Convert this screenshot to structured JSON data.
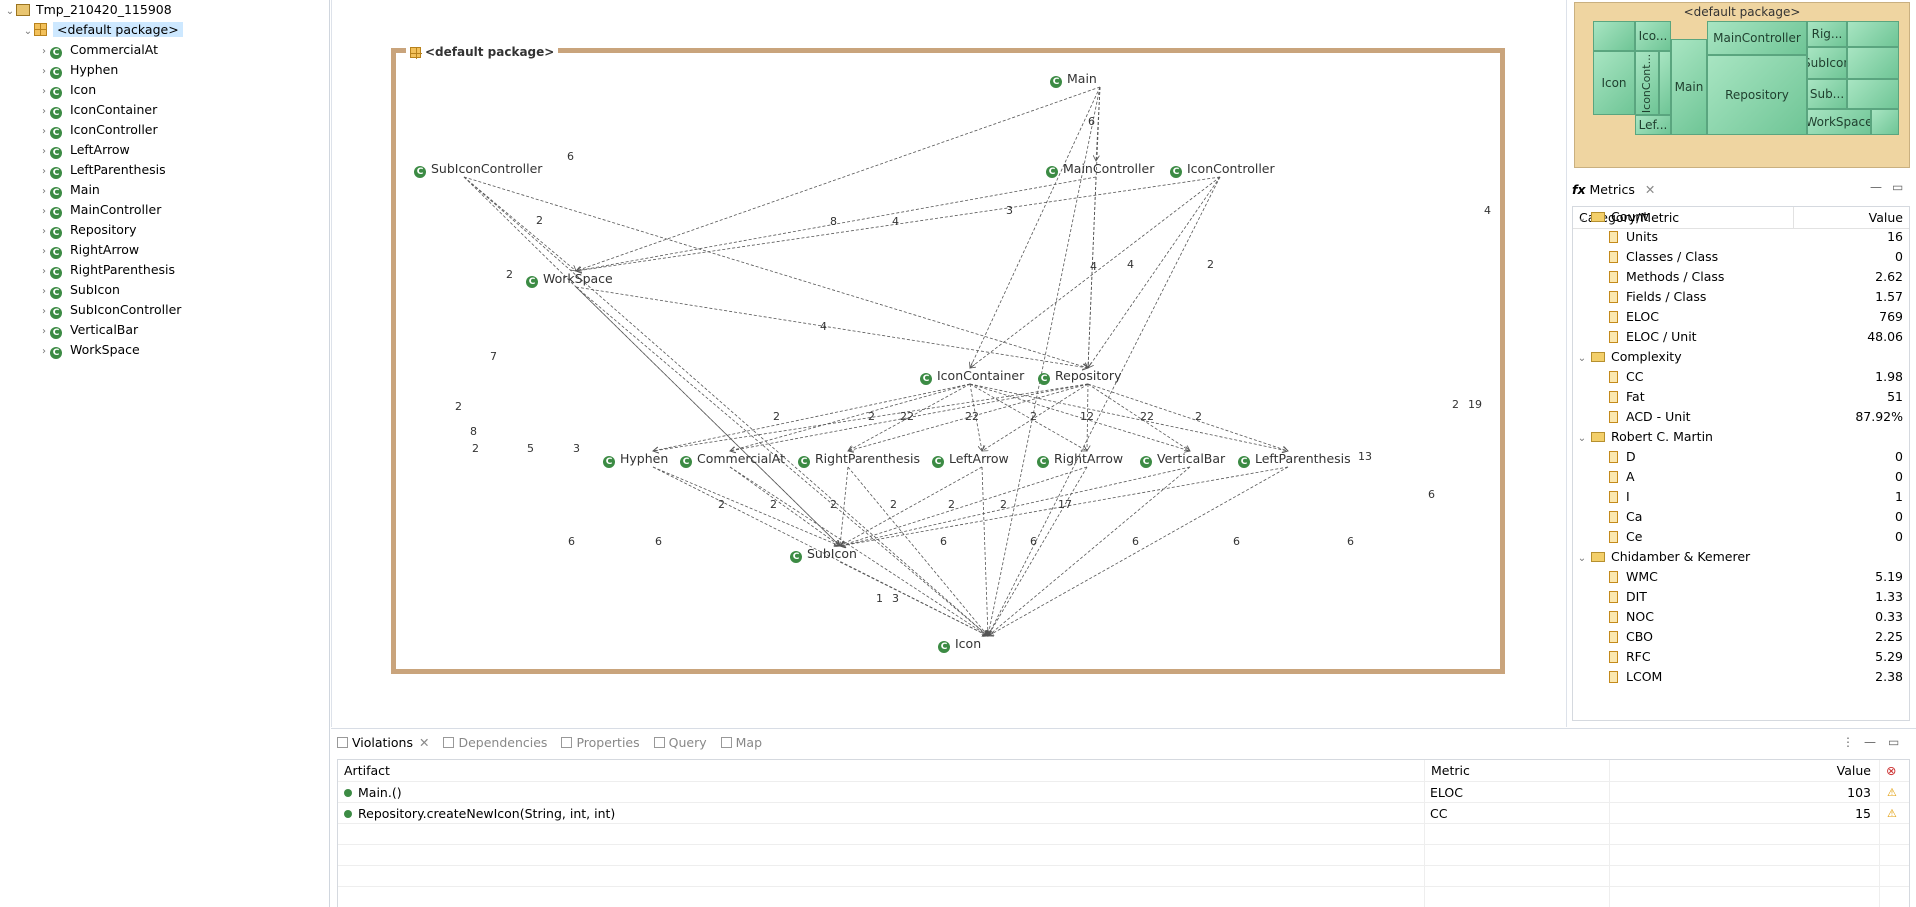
{
  "project": {
    "name": "Tmp_210420_115908",
    "package": "<default package>",
    "classes": [
      "CommercialAt",
      "Hyphen",
      "Icon",
      "IconContainer",
      "IconController",
      "LeftArrow",
      "LeftParenthesis",
      "Main",
      "MainController",
      "Repository",
      "RightArrow",
      "RightParenthesis",
      "SubIcon",
      "SubIconController",
      "VerticalBar",
      "WorkSpace"
    ]
  },
  "diagram": {
    "package_label": "<default package>",
    "nodes": {
      "main": "Main",
      "subiconcontroller": "SubIconController",
      "maincontroller": "MainController",
      "iconcontroller": "IconController",
      "workspace": "WorkSpace",
      "iconcontainer": "IconContainer",
      "repository": "Repository",
      "hyphen": "Hyphen",
      "commercialat": "CommercialAt",
      "rightparenthesis": "RightParenthesis",
      "leftarrow": "LeftArrow",
      "rightarrow": "RightArrow",
      "verticalbar": "VerticalBar",
      "leftparenthesis": "LeftParenthesis",
      "subicon": "SubIcon",
      "icon": "Icon"
    },
    "edge_labels": [
      "6",
      "6",
      "3",
      "8",
      "4",
      "4",
      "2",
      "4",
      "2",
      "2",
      "4",
      "4",
      "7",
      "2",
      "8",
      "2",
      "5",
      "3",
      "2",
      "2",
      "22",
      "22",
      "2",
      "12",
      "22",
      "2",
      "2",
      "2",
      "2",
      "2",
      "2",
      "2",
      "17",
      "13",
      "2",
      "19",
      "6",
      "6",
      "6",
      "6",
      "6",
      "6",
      "6",
      "6",
      "1",
      "3"
    ]
  },
  "treemap": {
    "title": "<default package>",
    "cells": [
      "Ico...",
      "Icon",
      "IconCont...",
      "Lef...",
      "Main",
      "MainController",
      "Repository",
      "Rig...",
      "SubIcon",
      "Sub...",
      "WorkSpace"
    ]
  },
  "metrics": {
    "tab_label": "Metrics",
    "fx": "fx",
    "header_category": "Category/Metric",
    "header_value": "Value",
    "groups": [
      {
        "name": "Count",
        "items": [
          {
            "name": "Units",
            "value": "16"
          },
          {
            "name": "Classes / Class",
            "value": "0"
          },
          {
            "name": "Methods / Class",
            "value": "2.62"
          },
          {
            "name": "Fields / Class",
            "value": "1.57"
          },
          {
            "name": "ELOC",
            "value": "769"
          },
          {
            "name": "ELOC / Unit",
            "value": "48.06"
          }
        ]
      },
      {
        "name": "Complexity",
        "items": [
          {
            "name": "CC",
            "value": "1.98"
          },
          {
            "name": "Fat",
            "value": "51"
          },
          {
            "name": "ACD - Unit",
            "value": "87.92%"
          }
        ]
      },
      {
        "name": "Robert C. Martin",
        "items": [
          {
            "name": "D",
            "value": "0"
          },
          {
            "name": "A",
            "value": "0"
          },
          {
            "name": "I",
            "value": "1"
          },
          {
            "name": "Ca",
            "value": "0"
          },
          {
            "name": "Ce",
            "value": "0"
          }
        ]
      },
      {
        "name": "Chidamber & Kemerer",
        "items": [
          {
            "name": "WMC",
            "value": "5.19"
          },
          {
            "name": "DIT",
            "value": "1.33"
          },
          {
            "name": "NOC",
            "value": "0.33"
          },
          {
            "name": "CBO",
            "value": "2.25"
          },
          {
            "name": "RFC",
            "value": "5.29"
          },
          {
            "name": "LCOM",
            "value": "2.38"
          }
        ]
      }
    ]
  },
  "bottom": {
    "tabs": [
      "Violations",
      "Dependencies",
      "Properties",
      "Query",
      "Map"
    ],
    "columns": {
      "artifact": "Artifact",
      "metric": "Metric",
      "value": "Value"
    },
    "rows": [
      {
        "artifact": "Main.()",
        "metric": "ELOC",
        "value": "103"
      },
      {
        "artifact": "Repository.createNewIcon(String, int, int)",
        "metric": "CC",
        "value": "15"
      }
    ]
  },
  "colors": {
    "class_icon": "#3c8b44",
    "frame": "#c9a47c",
    "treemap_bg": "#efd5a1",
    "selection": "#cde8ff"
  }
}
